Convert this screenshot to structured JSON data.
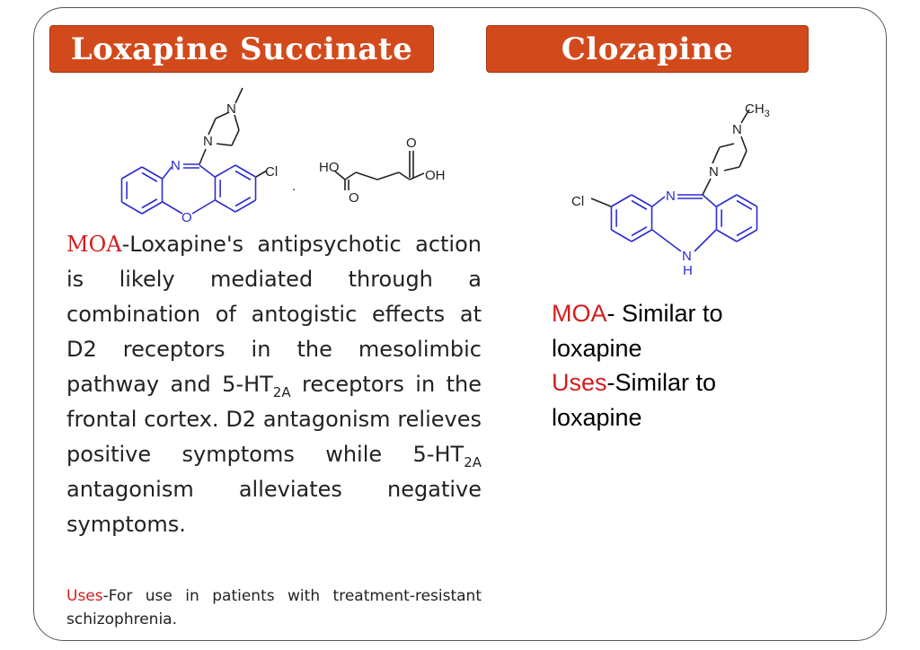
{
  "left": {
    "title": "Loxapine Succinate",
    "moa_label": "MOA",
    "moa_text_1": "-Loxapine's antipsychotic action is likely mediated through a combination of antogistic effects at D2 receptors in the mesolimbic pathway and 5-HT",
    "sub_2a": "2A",
    "moa_text_2": " receptors in the frontal cortex. D2 antagonism relieves positive symptoms while 5-HT",
    "moa_text_3": " antagonism alleviates negative symptoms.",
    "uses_label": "Uses",
    "uses_text": "-For use in patients with treatment-resistant schizophrenia.",
    "structure_labels": {
      "n1": "N",
      "n2": "N",
      "n3": "N",
      "o": "O",
      "cl": "Cl",
      "dot": ".",
      "ho": "HO",
      "oh": "OH",
      "o1": "O",
      "o2": "O"
    }
  },
  "right": {
    "title": "Clozapine",
    "moa_label": "MOA",
    "moa_text": "- Similar to loxapine",
    "uses_label": "Uses",
    "uses_text": "-Similar to loxapine",
    "structure_labels": {
      "n1": "N",
      "n2": "N",
      "n3": "N",
      "nh_n": "N",
      "nh_h": "H",
      "cl": "Cl",
      "ch3": "CH",
      "ch3_sub": "3"
    }
  },
  "colors": {
    "title_bg": "#d24a1c",
    "accent_red": "#d41c1c",
    "ring_blue": "#2b2bd0"
  }
}
